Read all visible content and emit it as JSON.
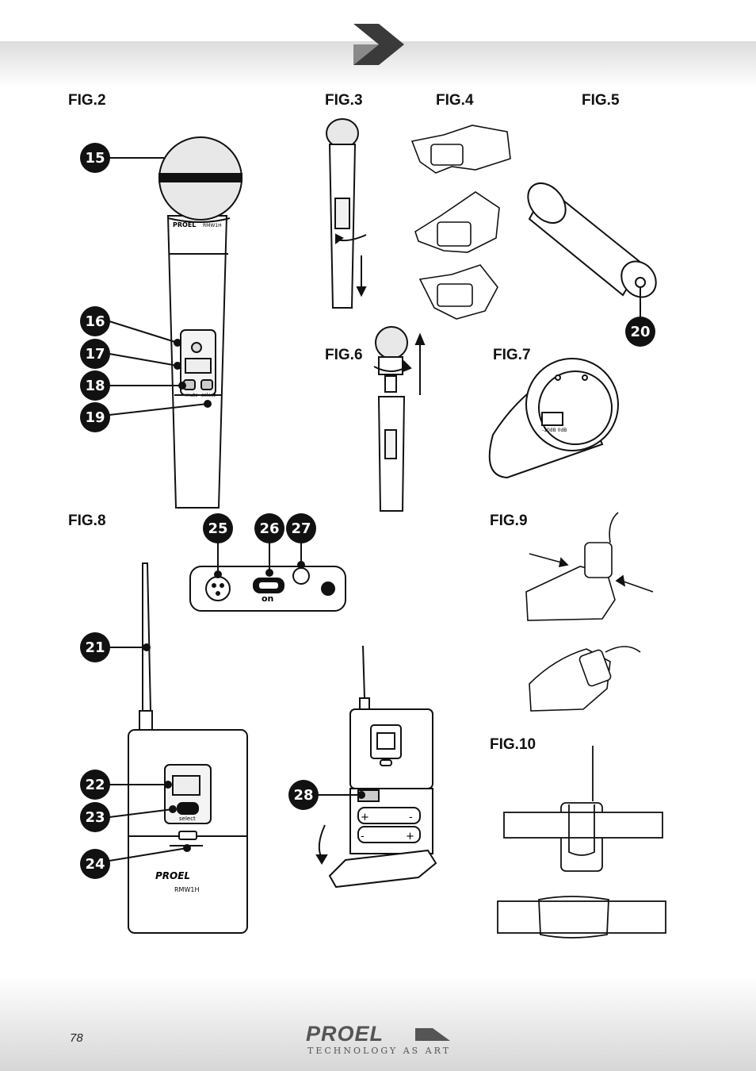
{
  "figures": {
    "fig2": "FIG.2",
    "fig3": "FIG.3",
    "fig4": "FIG.4",
    "fig5": "FIG.5",
    "fig6": "FIG.6",
    "fig7": "FIG.7",
    "fig8": "FIG.8",
    "fig9": "FIG.9",
    "fig10": "FIG.10"
  },
  "callouts": {
    "c15": "15",
    "c16": "16",
    "c17": "17",
    "c18": "18",
    "c19": "19",
    "c20": "20",
    "c21": "21",
    "c22": "22",
    "c23": "23",
    "c24": "24",
    "c25": "25",
    "c26": "26",
    "c27": "27",
    "c28": "28"
  },
  "device_text": {
    "mic_brand": "PROEL",
    "mic_model": "RMW1H",
    "mute": "mute",
    "select": "select",
    "pack_brand": "PROEL",
    "pack_model": "RMW1H",
    "pack_select": "select",
    "switch_on": "on",
    "pad": "-10dB 0dB",
    "plus": "+",
    "minus": "-"
  },
  "footer": {
    "page_number": "78",
    "logo": "PROEL",
    "tagline": "TECHNOLOGY AS ART"
  }
}
